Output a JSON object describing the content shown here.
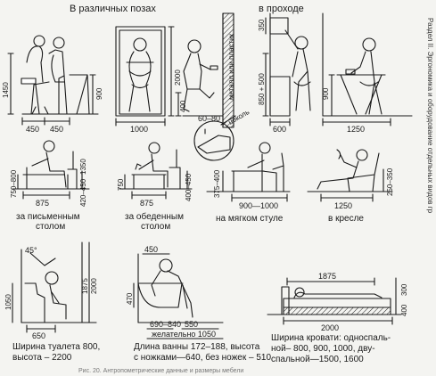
{
  "labels": {
    "various_poses": "В различных позах",
    "in_passage": "в проходе",
    "metal_or_plastic": "металл или пластик",
    "plinth": "цоколь"
  },
  "captions": {
    "desk_line1": "за письменным",
    "desk_line2": "столом",
    "dining_line1": "за обеденным",
    "dining_line2": "столом",
    "soft_chair": "на мягком стуле",
    "armchair": "в кресле",
    "toilet_line1": "Ширина туалета 800,",
    "toilet_line2": "высота – 2200",
    "bath_line1": "Длина ванны 172–188, высота",
    "bath_line2": "с ножками—640, без ножек – 510",
    "bed_line1": "Ширина кровати: односпаль-",
    "bed_line2": "ной– 800, 900, 1000, дву-",
    "bed_line3": "спальной—1500, 1600"
  },
  "dims": {
    "h1450": "1450",
    "w450a": "450",
    "w450b": "450",
    "h900": "900",
    "w1000": "1000",
    "h2000": "2000",
    "h400": "400",
    "d60_80": "60–80",
    "h350": "350",
    "h850_500": "850 + 500",
    "h900b": "900",
    "w600": "600",
    "w1250": "1250",
    "h750_800": "750–800",
    "h1350": "1350",
    "h420_450": "420–450",
    "w875": "875",
    "h750": "750",
    "h400_450": "400–450",
    "w875b": "875",
    "h375_400": "375–400",
    "w900_1000": "900—1000",
    "w1250b": "1250",
    "h250_350": "250–350",
    "a45": "45°",
    "h1050": "1050",
    "h1875": "1875",
    "h2000b": "2000",
    "w650": "650",
    "w450c": "450",
    "h470": "470",
    "w690_840": "690–840",
    "w550": "550",
    "w1050_pref": "желательно 1050",
    "w1875": "1875",
    "w2000": "2000",
    "h300": "300",
    "h400b": "400"
  },
  "side_note": "Раздел II. Эргономика и оборудование отдельных видов гр",
  "footer_note": "Рис. 20. Антропометрические данные и размеры мебели"
}
